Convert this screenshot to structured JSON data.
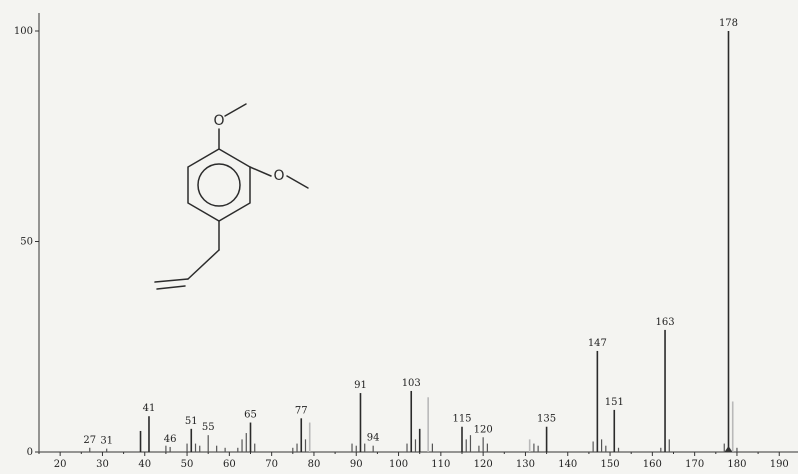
{
  "chart_data": {
    "type": "bar",
    "title": "",
    "xlabel": "",
    "ylabel": "",
    "xlim": [
      15,
      190
    ],
    "ylim": [
      0,
      100
    ],
    "grid": false,
    "x_ticks": [
      20,
      30,
      40,
      50,
      60,
      70,
      80,
      90,
      100,
      110,
      120,
      130,
      140,
      150,
      160,
      170,
      180,
      190
    ],
    "y_ticks": [
      0,
      50,
      100
    ],
    "peaks": [
      {
        "mz": 15,
        "intensity": 0.5
      },
      {
        "mz": 27,
        "intensity": 1.0,
        "label": "27"
      },
      {
        "mz": 31,
        "intensity": 0.8,
        "label": "31"
      },
      {
        "mz": 39,
        "intensity": 5.0
      },
      {
        "mz": 41,
        "intensity": 8.5,
        "label": "41"
      },
      {
        "mz": 45,
        "intensity": 1.5
      },
      {
        "mz": 46,
        "intensity": 1.2,
        "label": "46"
      },
      {
        "mz": 50,
        "intensity": 2.0
      },
      {
        "mz": 51,
        "intensity": 5.5,
        "label": "51"
      },
      {
        "mz": 52,
        "intensity": 2.0
      },
      {
        "mz": 53,
        "intensity": 1.5
      },
      {
        "mz": 55,
        "intensity": 4.0,
        "label": "55"
      },
      {
        "mz": 57,
        "intensity": 1.5
      },
      {
        "mz": 59,
        "intensity": 1.0
      },
      {
        "mz": 62,
        "intensity": 1.0
      },
      {
        "mz": 63,
        "intensity": 3.0
      },
      {
        "mz": 64,
        "intensity": 4.5
      },
      {
        "mz": 65,
        "intensity": 7.0,
        "label": "65"
      },
      {
        "mz": 66,
        "intensity": 2.0
      },
      {
        "mz": 75,
        "intensity": 1.0
      },
      {
        "mz": 76,
        "intensity": 2.0
      },
      {
        "mz": 77,
        "intensity": 8.0,
        "label": "77"
      },
      {
        "mz": 78,
        "intensity": 3.0
      },
      {
        "mz": 79,
        "intensity": 7.0
      },
      {
        "mz": 89,
        "intensity": 2.0
      },
      {
        "mz": 90,
        "intensity": 1.5
      },
      {
        "mz": 91,
        "intensity": 14.0,
        "label": "91"
      },
      {
        "mz": 92,
        "intensity": 2.0
      },
      {
        "mz": 94,
        "intensity": 1.5,
        "label": "94"
      },
      {
        "mz": 102,
        "intensity": 2.0
      },
      {
        "mz": 103,
        "intensity": 14.5,
        "label": "103"
      },
      {
        "mz": 104,
        "intensity": 3.0
      },
      {
        "mz": 105,
        "intensity": 5.5
      },
      {
        "mz": 107,
        "intensity": 13.0
      },
      {
        "mz": 108,
        "intensity": 2.0
      },
      {
        "mz": 115,
        "intensity": 6.0,
        "label": "115"
      },
      {
        "mz": 116,
        "intensity": 3.0
      },
      {
        "mz": 117,
        "intensity": 4.0
      },
      {
        "mz": 119,
        "intensity": 1.5
      },
      {
        "mz": 120,
        "intensity": 3.5,
        "label": "120"
      },
      {
        "mz": 121,
        "intensity": 2.0
      },
      {
        "mz": 131,
        "intensity": 3.0
      },
      {
        "mz": 132,
        "intensity": 2.0
      },
      {
        "mz": 133,
        "intensity": 1.5
      },
      {
        "mz": 135,
        "intensity": 6.0,
        "label": "135"
      },
      {
        "mz": 146,
        "intensity": 2.5
      },
      {
        "mz": 147,
        "intensity": 24.0,
        "label": "147"
      },
      {
        "mz": 148,
        "intensity": 3.0
      },
      {
        "mz": 149,
        "intensity": 1.5
      },
      {
        "mz": 151,
        "intensity": 10.0,
        "label": "151"
      },
      {
        "mz": 152,
        "intensity": 1.0
      },
      {
        "mz": 162,
        "intensity": 1.0
      },
      {
        "mz": 163,
        "intensity": 29.0,
        "label": "163"
      },
      {
        "mz": 164,
        "intensity": 3.0
      },
      {
        "mz": 177,
        "intensity": 2.0
      },
      {
        "mz": 178,
        "intensity": 100.0,
        "label": "178"
      },
      {
        "mz": 179,
        "intensity": 12.0
      },
      {
        "mz": 180,
        "intensity": 1.0
      }
    ]
  },
  "structure": {
    "atom_o1": "O",
    "atom_o2": "O"
  }
}
